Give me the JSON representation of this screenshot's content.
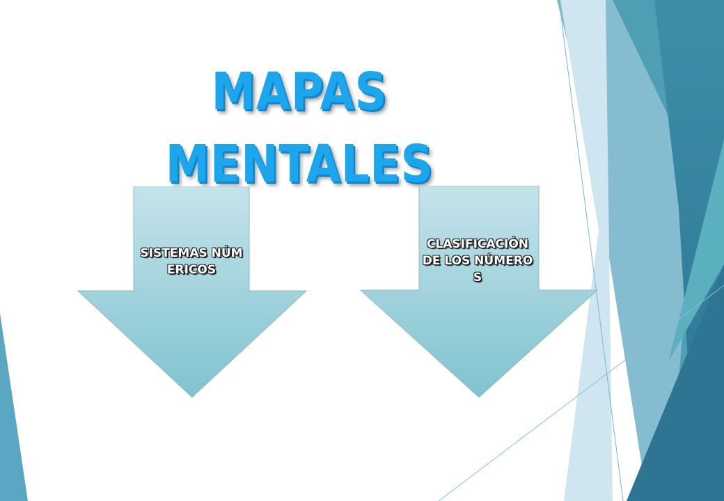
{
  "slide": {
    "title": "MAPAS MENTALES",
    "arrows": [
      {
        "label": "SISTEMAS NÚMERICOS"
      },
      {
        "label": "CLASIFICACIÓN DE LOS NÚMEROS"
      }
    ]
  },
  "colors": {
    "title": "#1ea6ec",
    "title_shadow": "#0b86cf",
    "arrow_top": "#c5e3ea",
    "arrow_bottom": "#7fc3cf",
    "arrow_border": "#8fb7c3",
    "deco_dark": "#2f7f99",
    "deco_mid": "#4ea3b5",
    "deco_light": "#a8d4e4"
  }
}
